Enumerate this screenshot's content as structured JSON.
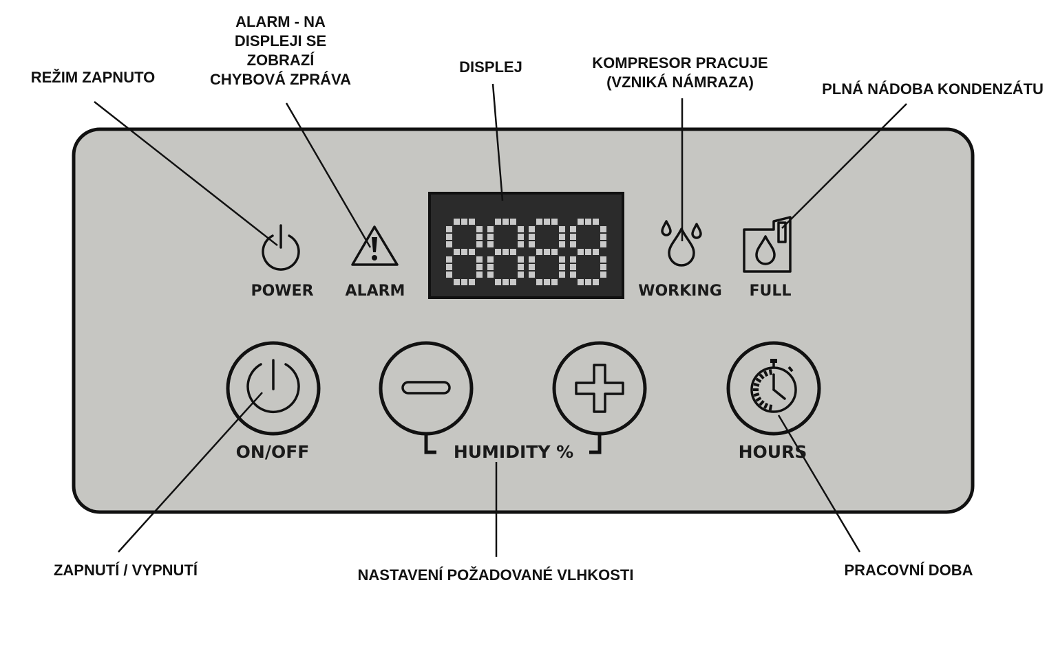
{
  "colors": {
    "panel": "#c6c6c2",
    "outline": "#111111",
    "display_bg": "#2b2b2b",
    "segment": "#c9c9c9",
    "text": "#111111"
  },
  "display": {
    "digits": "8888"
  },
  "indicators": [
    {
      "id": "power",
      "icon": "power-icon",
      "label": "POWER"
    },
    {
      "id": "alarm",
      "icon": "warning-triangle-icon",
      "label": "ALARM"
    },
    {
      "id": "working",
      "icon": "water-drops-icon",
      "label": "WORKING"
    },
    {
      "id": "full",
      "icon": "full-tank-icon",
      "label": "FULL"
    }
  ],
  "buttons": [
    {
      "id": "onoff",
      "icon": "power-icon",
      "label": "ON/OFF"
    },
    {
      "id": "minus",
      "icon": "minus-icon"
    },
    {
      "id": "plus",
      "icon": "plus-icon"
    },
    {
      "id": "hours",
      "icon": "stopwatch-icon",
      "label": "HOURS"
    }
  ],
  "humidity_label": "HUMIDITY %",
  "callouts": {
    "power_mode": [
      "REŽIM ZAPNUTO"
    ],
    "alarm": [
      "ALARM - NA",
      "DISPLEJI SE",
      "ZOBRAZÍ",
      "CHYBOVÁ ZPRÁVA"
    ],
    "display": [
      "DISPLEJ"
    ],
    "compressor": [
      "KOMPRESOR PRACUJE",
      "(VZNIKÁ NÁMRAZA)"
    ],
    "full_tank": [
      "PLNÁ NÁDOBA KONDENZÁTU"
    ],
    "on_off": [
      "ZAPNUTÍ / VYPNUTÍ"
    ],
    "humidity_setting": [
      "NASTAVENÍ POŽADOVANÉ VLHKOSTI"
    ],
    "working_time": [
      "PRACOVNÍ DOBA"
    ]
  }
}
